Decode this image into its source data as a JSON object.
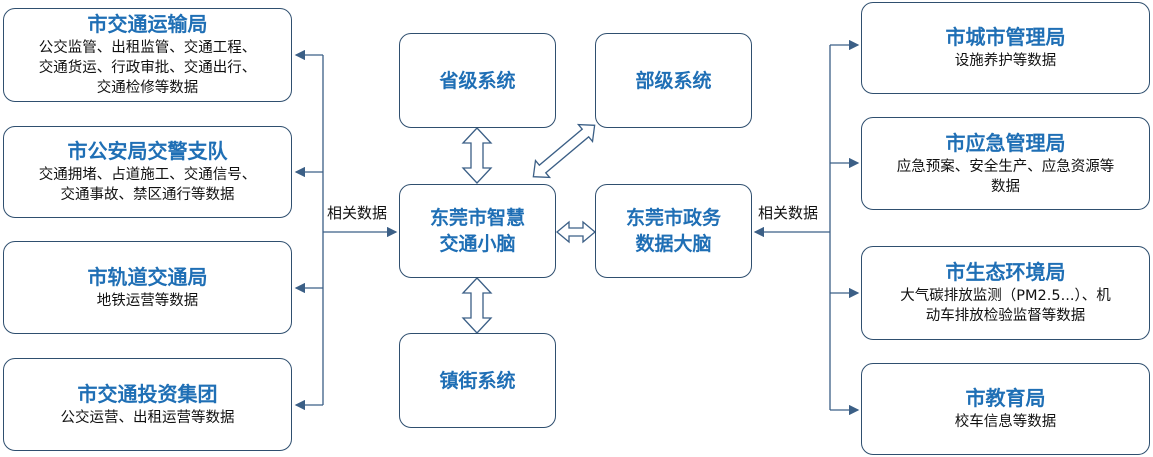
{
  "left": [
    {
      "title": "市交通运输局",
      "lines": [
        "公交监管、出租监管、交通工程、",
        "交通货运、行政审批、交通出行、",
        "交通检修等数据"
      ]
    },
    {
      "title": "市公安局交警支队",
      "lines": [
        "交通拥堵、占道施工、交通信号、",
        "交通事故、禁区通行等数据"
      ]
    },
    {
      "title": "市轨道交通局",
      "lines": [
        "地铁运营等数据"
      ]
    },
    {
      "title": "市交通投资集团",
      "lines": [
        "公交运营、出租运营等数据"
      ]
    }
  ],
  "right": [
    {
      "title": "市城市管理局",
      "lines": [
        "设施养护等数据"
      ]
    },
    {
      "title": "市应急管理局",
      "lines": [
        "应急预案、安全生产、应急资源等",
        "数据"
      ]
    },
    {
      "title": "市生态环境局",
      "lines": [
        "大气碳排放监测（PM2.5...）、机",
        "动车排放检验监督等数据"
      ]
    },
    {
      "title": "市教育局",
      "lines": [
        "校车信息等数据"
      ]
    }
  ],
  "center": {
    "provincial": "省级系统",
    "ministry": "部级系统",
    "brain_line1": "东莞市智慧",
    "brain_line2": "交通小脑",
    "gov_line1": "东莞市政务",
    "gov_line2": "数据大脑",
    "town": "镇街系统"
  },
  "labels": {
    "left_related": "相关数据",
    "right_related": "相关数据"
  }
}
